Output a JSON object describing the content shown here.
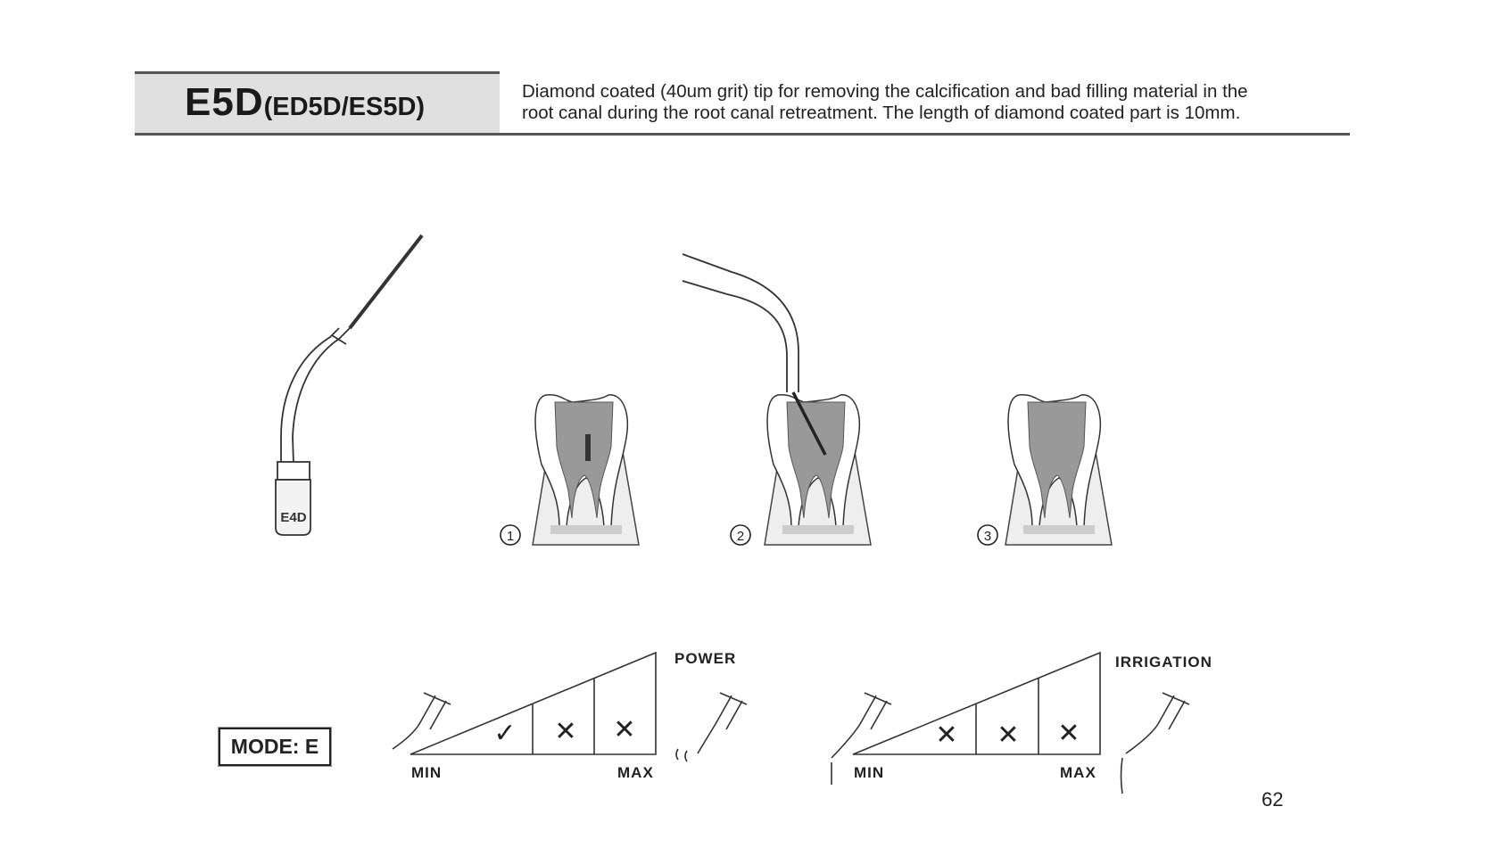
{
  "header": {
    "title_main": "E5D",
    "title_sub": "(ED5D/ES5D)",
    "description_line1": "Diamond coated (40um grit) tip for removing the calcification and bad filling material in the",
    "description_line2": "root canal during the root canal retreatment. The length of diamond coated part is 10mm."
  },
  "tip_label": "E4D",
  "steps": [
    "1",
    "2",
    "3"
  ],
  "mode_label": "MODE: E",
  "power_scale": {
    "label": "POWER",
    "min": "MIN",
    "max": "MAX",
    "marks": [
      "✓",
      "✕",
      "✕"
    ]
  },
  "irrigation_scale": {
    "label": "IRRIGATION",
    "min": "MIN",
    "max": "MAX",
    "marks": [
      "✕",
      "✕",
      "✕"
    ]
  },
  "page_number": "62"
}
